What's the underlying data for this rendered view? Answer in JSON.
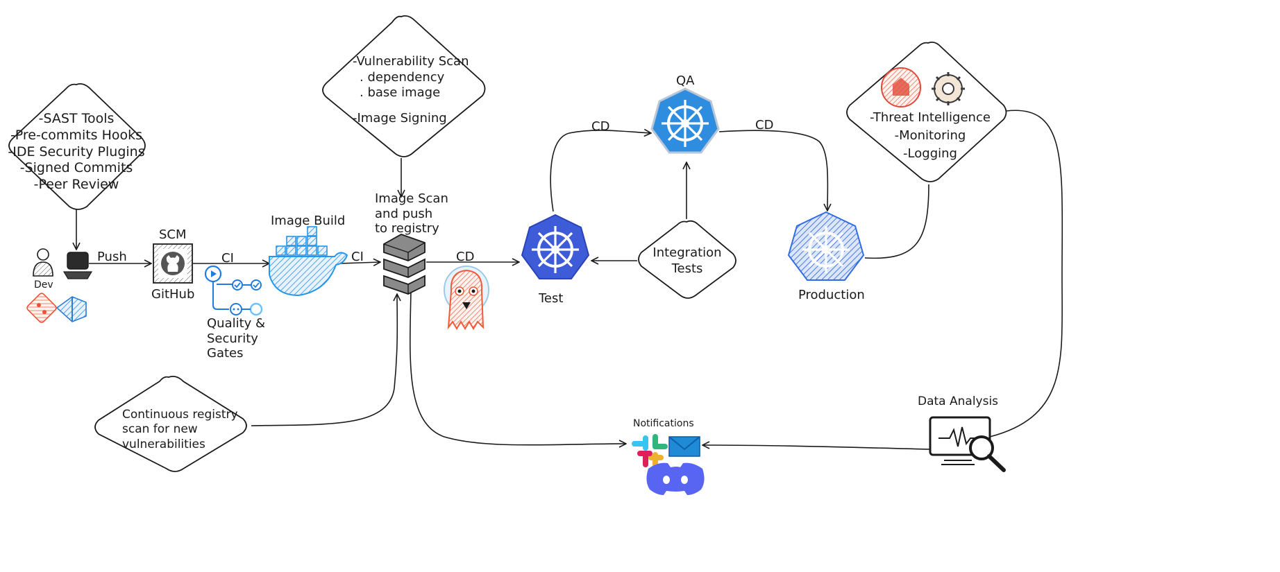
{
  "diamonds": {
    "dev_tools": [
      "-SAST Tools",
      "-Pre-commits Hooks",
      "-IDE Security Plugins",
      "-Signed Commits",
      "-Peer Review"
    ],
    "image_security": [
      "-Vulnerability Scan",
      ". dependency",
      ". base image",
      "",
      "-Image Signing"
    ],
    "monitoring": [
      "-Threat Intelligence",
      "-Monitoring",
      "-Logging"
    ],
    "integration": [
      "Integration",
      "Tests"
    ],
    "registry_scan": [
      "Continuous registry",
      "scan for new",
      "vulnerabilities"
    ]
  },
  "nodes": {
    "dev": "Dev",
    "scm_title": "SCM",
    "scm_name": "GitHub",
    "quality_gates": [
      "Quality &",
      "Security",
      "Gates"
    ],
    "image_build": "Image Build",
    "registry": [
      "Image Scan",
      "and push",
      "to registry"
    ],
    "test": "Test",
    "qa": "QA",
    "production": "Production",
    "notifications": "Notifications",
    "data_analysis": "Data Analysis"
  },
  "edges": {
    "push": "Push",
    "ci_1": "CI",
    "ci_2": "CI",
    "cd_1": "CD",
    "cd_2": "CD",
    "cd_3": "CD"
  },
  "icons": {
    "github": "github-icon",
    "docker": "docker-whale-icon",
    "server": "server-stack-icon",
    "argo": "argo-octopus-icon",
    "kubernetes": "kubernetes-helm-icon",
    "slack": "slack-icon",
    "email": "email-icon",
    "discord": "discord-icon",
    "monitor": "monitor-magnifier-icon",
    "git": "git-icon",
    "vscode": "vscode-icon",
    "grafana": "grafana-icon"
  },
  "colors": {
    "ink": "#1a1a1a",
    "k8s_blue": "#326ce5",
    "docker_blue": "#2496ed",
    "argo_orange": "#ef5b3a",
    "git_red": "#f05033",
    "vscode_blue": "#2a7bd6",
    "discord": "#5865f2",
    "mail_blue": "#1f8ad6"
  }
}
